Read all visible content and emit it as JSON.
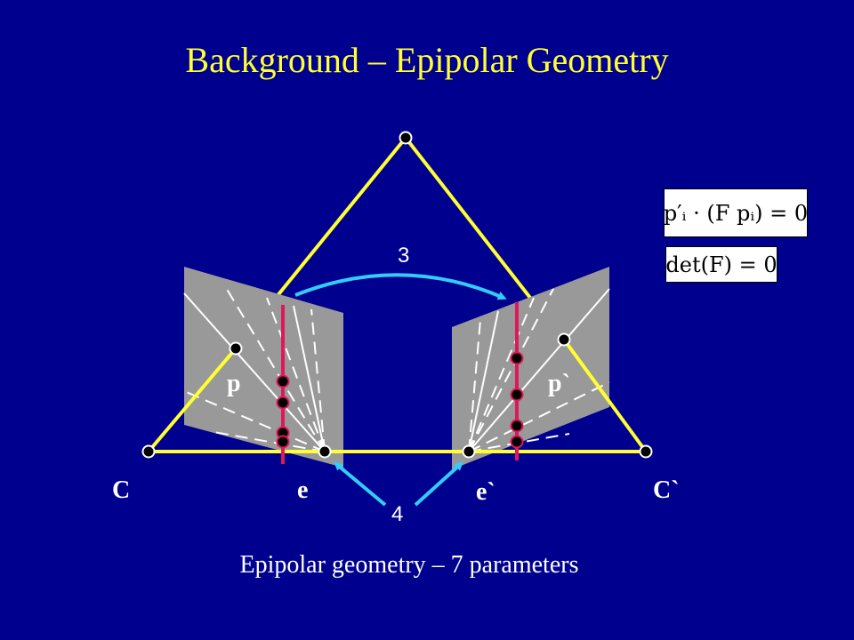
{
  "title": "Background – Epipolar Geometry",
  "caption": "Epipolar geometry – 7 parameters",
  "equations": {
    "constraint": "p′ᵢ · (F pᵢ) = 0",
    "determinant": "det(F) = 0"
  },
  "labels": {
    "camera_left": "C",
    "camera_right": "C`",
    "epipole_left": "e",
    "epipole_right": "e`",
    "point_left": "p",
    "point_right": "p`",
    "count_top": "3",
    "count_bottom": "4"
  },
  "colors": {
    "background": "#00008F",
    "title": "#FFFF33",
    "baseline": "#FFFF33",
    "image_plane": "#999999",
    "epipolar_line": "#E0185A",
    "arrow": "#33CCFF"
  }
}
